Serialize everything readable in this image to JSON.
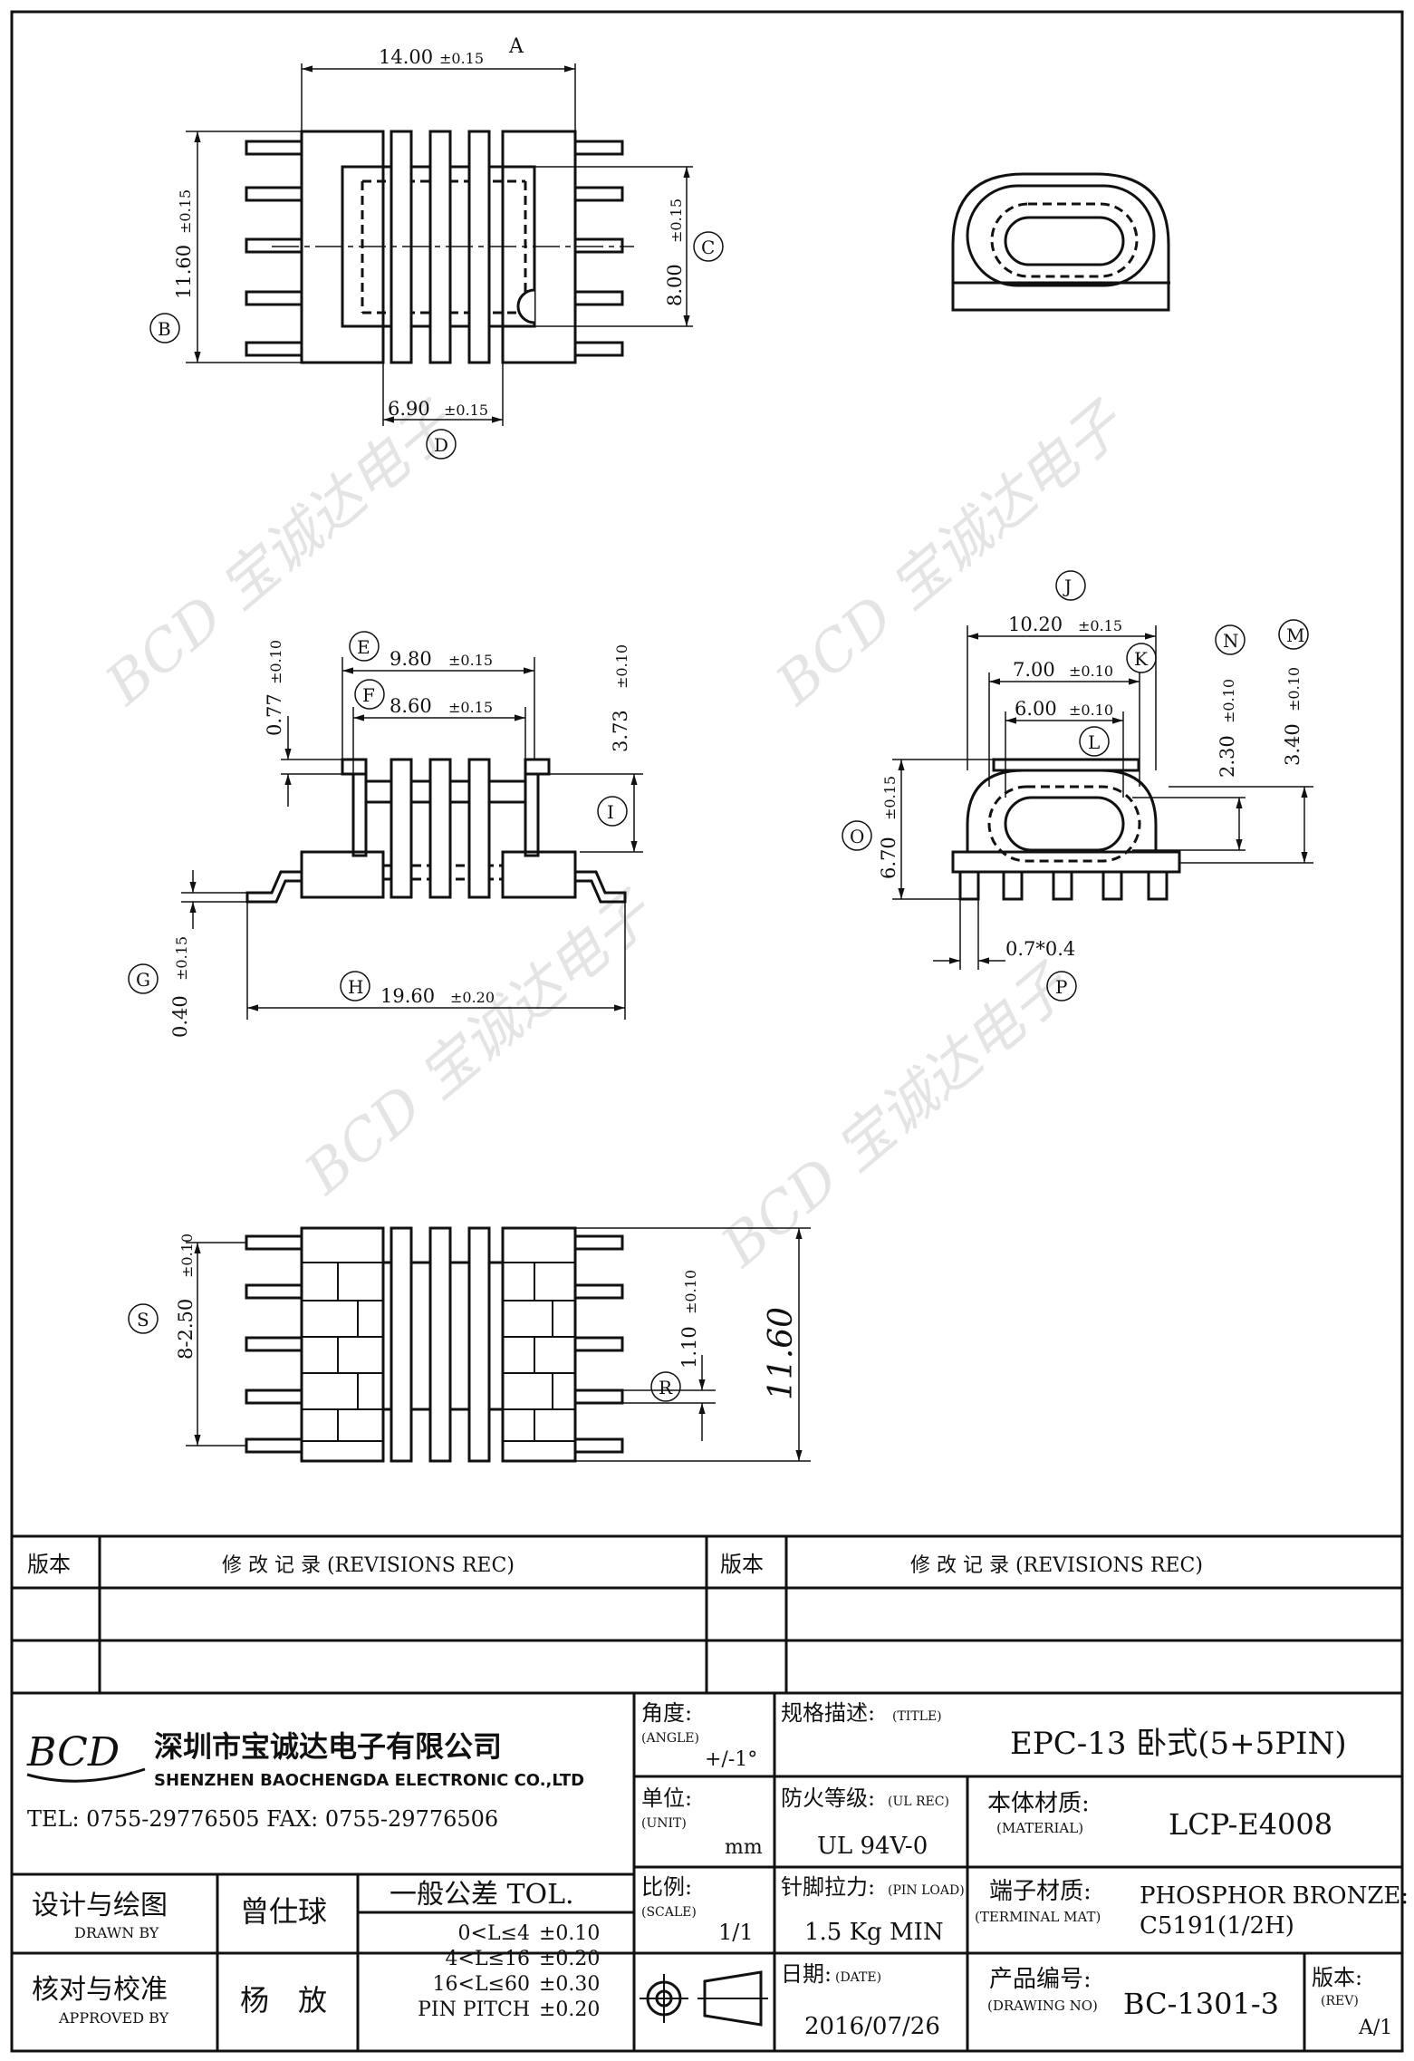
{
  "drawing": {
    "views": {
      "top": {
        "dims": {
          "A_value": "14.00",
          "A_tol": "±0.15",
          "A_label": "A",
          "B_value": "11.60",
          "B_tol": "±0.15",
          "B_label": "B",
          "C_value": "8.00",
          "C_tol": "±0.15",
          "C_label": "C",
          "D_value": "6.90",
          "D_tol": "±0.15",
          "D_label": "D"
        }
      },
      "side": {
        "dims": {
          "E_value": "9.80",
          "E_tol": "±0.15",
          "E_label": "E",
          "F_value": "8.60",
          "F_tol": "±0.15",
          "F_label": "F",
          "G_value": "0.40",
          "G_tol": "±0.15",
          "G_label": "G",
          "H_value": "19.60",
          "H_tol": "±0.20",
          "H_label": "H",
          "I_label": "I",
          "flange_value": "0.77",
          "flange_tol": "±0.10",
          "height_value": "3.73",
          "height_tol": "±0.10"
        }
      },
      "end": {
        "dims": {
          "J_value": "10.20",
          "J_tol": "±0.15",
          "J_label": "J",
          "K_value": "7.00",
          "K_tol": "±0.10",
          "K_label": "K",
          "L_value": "6.00",
          "L_tol": "±0.10",
          "L_label": "L",
          "M_value": "3.40",
          "M_tol": "±0.10",
          "M_label": "M",
          "N_value": "2.30",
          "N_tol": "±0.10",
          "N_label": "N",
          "O_value": "6.70",
          "O_tol": "±0.15",
          "O_label": "O",
          "P_value": "0.7*0.4",
          "P_label": "P"
        }
      },
      "bottom": {
        "dims": {
          "S_value": "8-2.50",
          "S_tol": "±0.10",
          "S_label": "S",
          "R_value": "1.10",
          "R_tol": "±0.10",
          "R_label": "R",
          "total": "11.60"
        }
      }
    },
    "watermark": "BCD 宝诚达电子"
  },
  "revisions": {
    "left_rev_header": "版本",
    "left_rec_header": "修 改 记 录 (REVISIONS REC)",
    "right_rev_header": "版本",
    "right_rec_header": "修 改 记 录 (REVISIONS REC)"
  },
  "title_block": {
    "logo": "BCD",
    "company_cn": "深圳市宝诚达电子有限公司",
    "company_en": "SHENZHEN BAOCHENGDA ELECTRONIC CO.,LTD",
    "contact": "TEL: 0755-29776505  FAX: 0755-29776506",
    "angle_label": "角度:",
    "angle_label_en": "(ANGLE)",
    "angle_value": "+/-1°",
    "unit_label": "单位:",
    "unit_label_en": "(UNIT)",
    "unit_value": "mm",
    "scale_label": "比例:",
    "scale_label_en": "(SCALE)",
    "scale_value": "1/1",
    "title_label": "规格描述:",
    "title_label_en": "(TITLE)",
    "title_value": "EPC-13 卧式(5+5PIN)",
    "fire_label": "防火等级:",
    "fire_label_en": "(UL REC)",
    "fire_value": "UL 94V-0",
    "material_label": "本体材质:",
    "material_label_en": "(MATERIAL)",
    "material_value": "LCP-E4008",
    "pinload_label": "针脚拉力:",
    "pinload_label_en": "(PIN LOAD)",
    "pinload_value": "1.5 Kg MIN",
    "terminal_label": "端子材质:",
    "terminal_label_en": "(TERMINAL MAT)",
    "terminal_value_1": "PHOSPHOR BRONZE:",
    "terminal_value_2": "C5191(1/2H)",
    "date_label": "日期:",
    "date_label_en": "(DATE)",
    "date_value": "2016/07/26",
    "drawing_no_label": "产品编号:",
    "drawing_no_label_en": "(DRAWING NO)",
    "drawing_no_value": "BC-1301-3",
    "rev_label": "版本:",
    "rev_label_en": "(REV)",
    "rev_value": "A/1",
    "drawn_label": "设计与绘图",
    "drawn_label_en": "DRAWN BY",
    "drawn_name": "曾仕球",
    "approved_label": "核对与校准",
    "approved_label_en": "APPROVED BY",
    "approved_name": "杨　放",
    "tol_title": "一般公差 TOL.",
    "tol_rows": [
      {
        "range": "0<L≤4",
        "tol": "±0.10"
      },
      {
        "range": "4<L≤16",
        "tol": "±0.20"
      },
      {
        "range": "16<L≤60",
        "tol": "±0.30"
      },
      {
        "range": "PIN PITCH",
        "tol": "±0.20"
      }
    ]
  }
}
